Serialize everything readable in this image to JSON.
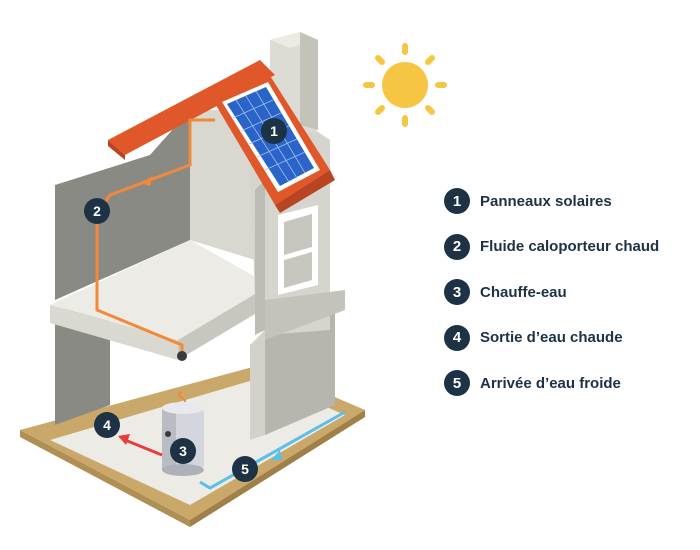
{
  "colors": {
    "badge": "#1d3245",
    "hot_pipe": "#f08a3a",
    "hot_water": "#e83c3c",
    "cold_water": "#5bbfe8",
    "roof": "#e0572a",
    "solar_panel": "#2a64c8",
    "sun": "#f7c544",
    "ground": "#c9a86a",
    "wall_dark": "#8a8a84",
    "wall_light": "#ecebe6"
  },
  "legend": [
    {
      "number": "1",
      "label": "Panneaux solaires"
    },
    {
      "number": "2",
      "label": "Fluide caloporteur chaud"
    },
    {
      "number": "3",
      "label": "Chauffe-eau"
    },
    {
      "number": "4",
      "label": "Sortie d’eau chaude"
    },
    {
      "number": "5",
      "label": "Arrivée d’eau froide"
    }
  ],
  "markers": {
    "m1": "1",
    "m2": "2",
    "m3": "3",
    "m4": "4",
    "m5": "5"
  }
}
